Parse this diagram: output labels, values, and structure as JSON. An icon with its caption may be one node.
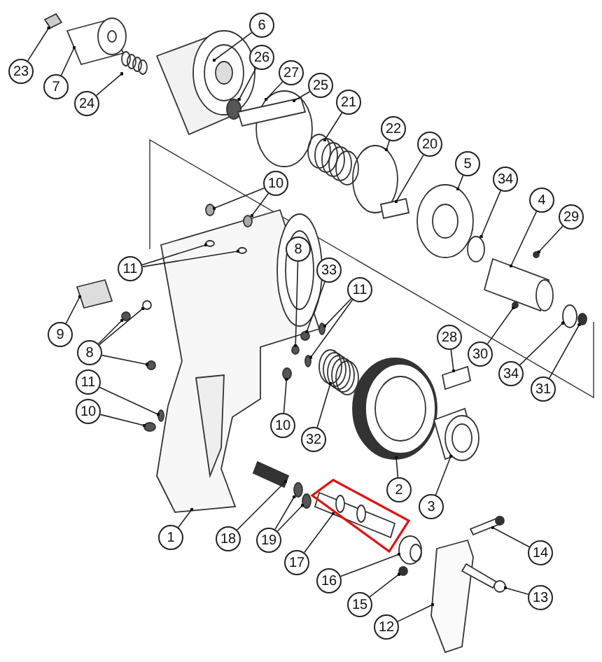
{
  "diagram": {
    "nodes": [
      {
        "text": [
          "6"
        ]
      },
      {
        "text": [
          "26"
        ]
      },
      {
        "text": [
          "23"
        ]
      },
      {
        "text": [
          "27"
        ]
      },
      {
        "text": [
          "25"
        ]
      },
      {
        "text": [
          "7"
        ]
      },
      {
        "text": [
          "21"
        ]
      },
      {
        "text": [
          "24"
        ]
      },
      {
        "text": [
          "22"
        ]
      },
      {
        "text": [
          "20"
        ]
      },
      {
        "text": [
          "5"
        ]
      },
      {
        "text": [
          "34"
        ]
      },
      {
        "text": [
          "10"
        ]
      },
      {
        "text": [
          "4"
        ]
      },
      {
        "text": [
          "29"
        ]
      },
      {
        "text": [
          "8"
        ]
      },
      {
        "text": [
          "11"
        ]
      },
      {
        "text": [
          "33"
        ]
      },
      {
        "text": [
          "11"
        ]
      },
      {
        "text": [
          "9"
        ]
      },
      {
        "text": [
          "28"
        ]
      },
      {
        "text": [
          "8"
        ]
      },
      {
        "text": [
          "30"
        ]
      },
      {
        "text": [
          "34"
        ]
      },
      {
        "text": [
          "11"
        ]
      },
      {
        "text": [
          "31"
        ]
      },
      {
        "text": [
          "10"
        ]
      },
      {
        "text": [
          "10"
        ]
      },
      {
        "text": [
          "32"
        ]
      },
      {
        "text": [
          "2"
        ]
      },
      {
        "text": [
          "3"
        ]
      },
      {
        "text": [
          "1"
        ]
      },
      {
        "text": [
          "18"
        ]
      },
      {
        "text": [
          "19"
        ]
      },
      {
        "text": [
          "14"
        ]
      },
      {
        "text": [
          "17"
        ]
      },
      {
        "text": [
          "16"
        ]
      },
      {
        "text": [
          "13"
        ]
      },
      {
        "text": [
          "15"
        ]
      },
      {
        "text": [
          "12"
        ]
      },
      {
        "text": [],
        "shape": "picture"
      },
      {
        "text": [],
        "shape": "circle",
        "in": 40
      },
      {
        "text": [],
        "shape": "picture"
      },
      {
        "text": [],
        "shape": "circle"
      },
      {
        "text": [],
        "shape": "picture"
      },
      {
        "text": [],
        "shape": "picture"
      },
      {
        "text": [],
        "shape": "picture"
      },
      {
        "text": [],
        "shape": "picture"
      },
      {
        "text": [],
        "shape": "circle"
      },
      {
        "text": [],
        "shape": "picture"
      },
      {
        "text": [],
        "shape": "picture"
      },
      {
        "text": [],
        "shape": "circle"
      },
      {
        "text": [],
        "shape": "circle"
      },
      {
        "text": [],
        "shape": "circle",
        "in": 76
      },
      {
        "text": [],
        "shape": "picture"
      },
      {
        "text": [],
        "shape": "circle"
      },
      {
        "text": [],
        "shape": "circle",
        "in": 76
      },
      {
        "text": [],
        "shape": "circle",
        "in": 76
      },
      {
        "text": [],
        "shape": "circle",
        "in": 76
      },
      {
        "text": [],
        "shape": "circle",
        "in": 76
      },
      {
        "text": [],
        "shape": "circle",
        "in": 76
      },
      {
        "text": [],
        "shape": "circle",
        "in": 76
      },
      {
        "text": [],
        "shape": "picture"
      },
      {
        "text": [],
        "shape": "picture"
      },
      {
        "text": [],
        "shape": "circle"
      },
      {
        "text": [],
        "shape": "circle"
      },
      {
        "text": [],
        "shape": "circle"
      },
      {
        "text": [],
        "shape": "circle"
      },
      {
        "text": [],
        "shape": "circle"
      },
      {
        "text": [],
        "shape": "circle",
        "in": 76
      },
      {
        "text": [],
        "shape": "circle"
      },
      {
        "text": [],
        "shape": "circle"
      },
      {
        "text": [],
        "shape": "circle",
        "in": 76
      },
      {
        "text": [],
        "shape": "picture"
      },
      {
        "text": [],
        "shape": "picture"
      },
      {
        "text": [],
        "shape": "picture"
      },
      {
        "text": [],
        "shape": "picture"
      },
      {
        "text": [],
        "shape": "picture"
      },
      {
        "text": [],
        "shape": "circle"
      },
      {
        "text": [],
        "shape": "circle"
      },
      {
        "text": [],
        "shape": "picture"
      },
      {
        "text": [],
        "shape": "picture"
      },
      {
        "text": [],
        "shape": "picture"
      },
      {
        "text": [],
        "shape": "picture"
      },
      {
        "text": [],
        "shape": "circle"
      },
      {
        "text": [],
        "shape": "picture"
      }
    ],
    "edges": [
      {
        "from": 0,
        "to": 40,
        "arrow": "other"
      },
      {
        "from": 1,
        "to": 41,
        "arrow": "other"
      },
      {
        "from": 2,
        "to": 42,
        "arrow": "other"
      },
      {
        "from": 3,
        "to": 43,
        "arrow": "other"
      },
      {
        "from": 4,
        "to": 44,
        "arrow": "other"
      },
      {
        "from": 5,
        "to": 45,
        "arrow": "other"
      },
      {
        "from": 6,
        "to": 46,
        "arrow": "other"
      },
      {
        "from": 7,
        "to": 47,
        "arrow": "other"
      },
      {
        "from": 8,
        "to": 48,
        "arrow": "other"
      },
      {
        "from": 9,
        "to": 49,
        "arrow": "other"
      },
      {
        "from": 10,
        "to": 50,
        "arrow": "other"
      },
      {
        "from": 11,
        "to": 51,
        "arrow": "other"
      },
      {
        "from": 12,
        "to": 52,
        "arrow": "other"
      },
      {
        "from": 12,
        "to": 53,
        "arrow": "other"
      },
      {
        "from": 13,
        "to": 54,
        "arrow": "other"
      },
      {
        "from": 14,
        "to": 55,
        "arrow": "other"
      },
      {
        "from": 15,
        "to": 56,
        "arrow": "other"
      },
      {
        "from": 16,
        "to": 57,
        "arrow": "other"
      },
      {
        "from": 16,
        "to": 58,
        "arrow": "other"
      },
      {
        "from": 17,
        "to": 59,
        "arrow": "other"
      },
      {
        "from": 18,
        "to": 60,
        "arrow": "other"
      },
      {
        "from": 18,
        "to": 61,
        "arrow": "other"
      },
      {
        "from": 19,
        "to": 62,
        "arrow": "other"
      },
      {
        "from": 20,
        "to": 63,
        "arrow": "other"
      },
      {
        "from": 21,
        "to": 64,
        "arrow": "other"
      },
      {
        "from": 21,
        "to": 65,
        "arrow": "other"
      },
      {
        "from": 21,
        "to": 66,
        "arrow": "other"
      },
      {
        "from": 22,
        "to": 67,
        "arrow": "other"
      },
      {
        "from": 23,
        "to": 68,
        "arrow": "other"
      },
      {
        "from": 24,
        "to": 69,
        "arrow": "other"
      },
      {
        "from": 25,
        "to": 70,
        "arrow": "other"
      },
      {
        "from": 26,
        "to": 71,
        "arrow": "other"
      },
      {
        "from": 27,
        "to": 72,
        "arrow": "other"
      },
      {
        "from": 28,
        "to": 73,
        "arrow": "other"
      },
      {
        "from": 29,
        "to": 74,
        "arrow": "other"
      },
      {
        "from": 30,
        "to": 75,
        "arrow": "other"
      },
      {
        "from": 31,
        "to": 76,
        "arrow": "other"
      },
      {
        "from": 32,
        "to": 77,
        "arrow": "other"
      },
      {
        "from": 33,
        "to": 78,
        "arrow": "other"
      },
      {
        "from": 33,
        "to": 79,
        "arrow": "other"
      },
      {
        "from": 34,
        "to": 80,
        "arrow": "other"
      },
      {
        "from": 35,
        "to": 81,
        "arrow": "other"
      },
      {
        "from": 36,
        "to": 82,
        "arrow": "other"
      },
      {
        "from": 37,
        "to": 83,
        "arrow": "other"
      },
      {
        "from": 38,
        "to": 84,
        "arrow": "other"
      },
      {
        "from": 39,
        "to": 85,
        "arrow": "other"
      }
    ]
  }
}
